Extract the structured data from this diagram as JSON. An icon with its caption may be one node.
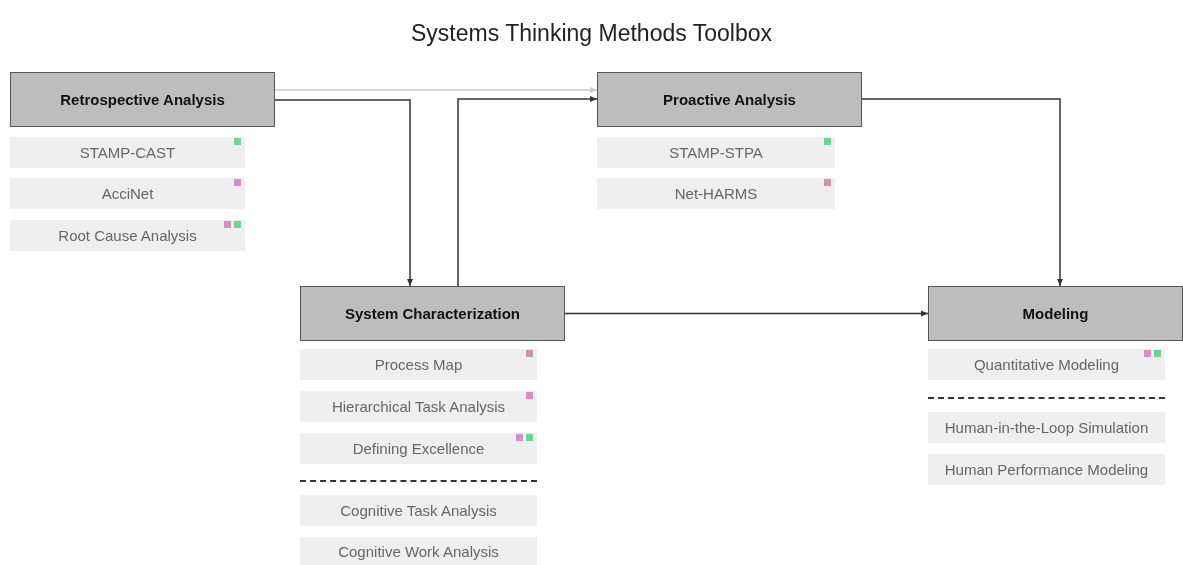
{
  "diagram": {
    "title": "Systems Thinking Methods Toolbox",
    "nodes": [
      {
        "text": [
          "Retrospective Analysis"
        ]
      },
      {
        "text": [
          "STAMP-CAST"
        ]
      },
      {
        "text": [
          "AcciNet"
        ]
      },
      {
        "text": [
          "Root Cause Analysis"
        ]
      },
      {
        "text": [
          "Proactive Analysis"
        ]
      },
      {
        "text": [
          "STAMP-STPA"
        ]
      },
      {
        "text": [
          "Net-HARMS"
        ]
      },
      {
        "text": [
          "System Characterization"
        ]
      },
      {
        "text": [
          "Process Map"
        ]
      },
      {
        "text": [
          "Hierarchical Task Analysis"
        ]
      },
      {
        "text": [
          "Defining Excellence"
        ]
      },
      {
        "text": [
          "Cognitive Task Analysis"
        ]
      },
      {
        "text": [
          "Cognitive Work Analysis"
        ]
      },
      {
        "text": [
          "Modeling"
        ]
      },
      {
        "text": [
          "Quantitative Modeling"
        ]
      },
      {
        "text": [
          "Human-in-the-Loop Simulation"
        ]
      },
      {
        "text": [
          "Human Performance Modeling"
        ]
      }
    ],
    "edges": [
      {
        "from": 0,
        "to": 4,
        "arrow": "to",
        "color": "#c8c8c8"
      },
      {
        "from": 0,
        "to": 7,
        "arrow": "to"
      },
      {
        "from": 7,
        "to": 4,
        "arrow": "to"
      },
      {
        "from": 4,
        "to": 13,
        "arrow": "to"
      },
      {
        "from": 7,
        "to": 13,
        "arrow": "to"
      }
    ]
  }
}
